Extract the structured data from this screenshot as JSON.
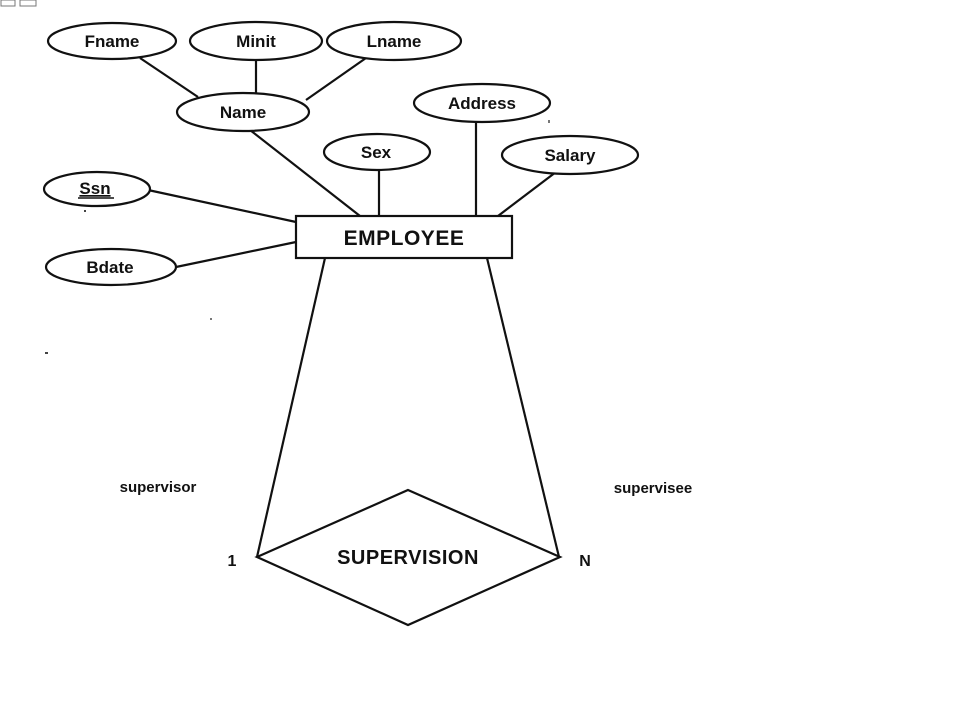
{
  "diagram": {
    "entity": {
      "label": "EMPLOYEE"
    },
    "relationship": {
      "label": "SUPERVISION"
    },
    "attributes": {
      "fname": "Fname",
      "minit": "Minit",
      "lname": "Lname",
      "name": "Name",
      "address": "Address",
      "sex": "Sex",
      "salary": "Salary",
      "ssn": "Ssn",
      "bdate": "Bdate"
    },
    "roles": {
      "supervisor": "supervisor",
      "supervisee": "supervisee"
    },
    "cardinalities": {
      "left": "1",
      "right": "N"
    },
    "key_attribute": "Ssn"
  }
}
